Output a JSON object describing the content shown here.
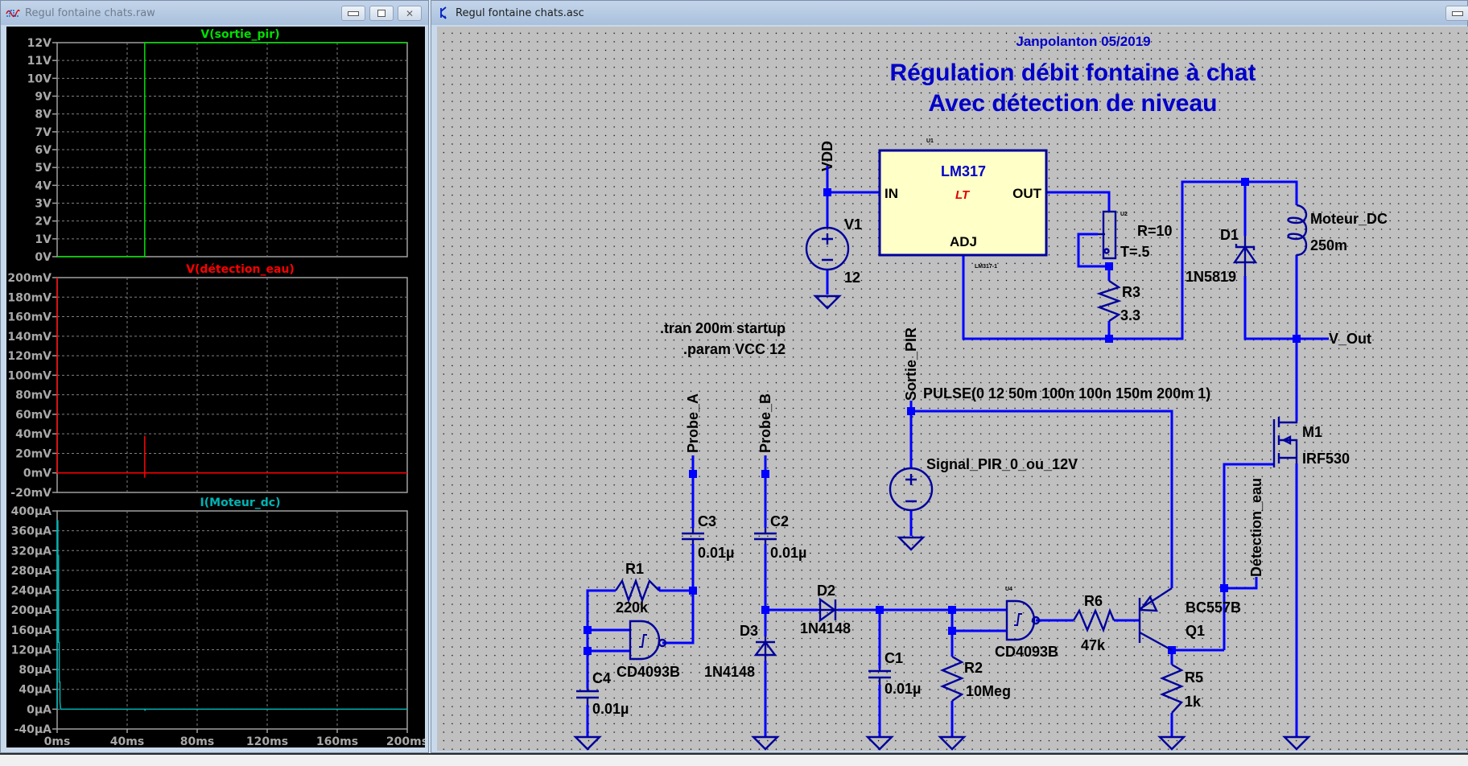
{
  "waveform_window": {
    "title": "Regul fontaine chats.raw",
    "controls": {
      "minimize": "–",
      "maximize": "□",
      "close": "✕"
    },
    "x_axis": {
      "ticks": [
        "0ms",
        "40ms",
        "80ms",
        "120ms",
        "160ms",
        "200ms"
      ]
    }
  },
  "chart_data": [
    {
      "type": "line",
      "title": "V(sortie_pir)",
      "color": "#00e000",
      "xlabel": "time",
      "ylabel": "",
      "xlim": [
        0,
        200
      ],
      "x_unit": "ms",
      "ylim": [
        0,
        12
      ],
      "y_ticks": [
        "12V",
        "11V",
        "10V",
        "9V",
        "8V",
        "7V",
        "6V",
        "5V",
        "4V",
        "3V",
        "2V",
        "1V",
        "0V"
      ],
      "y_tick_values": [
        12,
        11,
        10,
        9,
        8,
        7,
        6,
        5,
        4,
        3,
        2,
        1,
        0
      ],
      "grid": true,
      "x": [
        0,
        50,
        50,
        200
      ],
      "y": [
        0,
        0,
        12,
        12
      ]
    },
    {
      "type": "line",
      "title": "V(détection_eau)",
      "color": "#ff0000",
      "xlim": [
        0,
        200
      ],
      "x_unit": "ms",
      "ylim": [
        -20,
        200
      ],
      "y_unit": "mV",
      "y_ticks": [
        "200mV",
        "180mV",
        "160mV",
        "140mV",
        "120mV",
        "100mV",
        "80mV",
        "60mV",
        "40mV",
        "20mV",
        "0mV",
        "-20mV"
      ],
      "y_tick_values": [
        200,
        180,
        160,
        140,
        120,
        100,
        80,
        60,
        40,
        20,
        0,
        -20
      ],
      "grid": true,
      "x": [
        0,
        0,
        0.5,
        50,
        50,
        50,
        50,
        200
      ],
      "y": [
        200,
        0,
        0,
        0,
        38,
        -5,
        0,
        0
      ]
    },
    {
      "type": "line",
      "title": "I(Moteur_dc)",
      "color": "#00b4b4",
      "xlim": [
        0,
        200
      ],
      "x_unit": "ms",
      "ylim": [
        -40,
        400
      ],
      "y_unit": "µA",
      "y_ticks": [
        "400µA",
        "360µA",
        "320µA",
        "280µA",
        "240µA",
        "200µA",
        "160µA",
        "120µA",
        "80µA",
        "40µA",
        "0µA",
        "-40µA"
      ],
      "y_tick_values": [
        400,
        360,
        320,
        280,
        240,
        200,
        160,
        120,
        80,
        40,
        0,
        -40
      ],
      "grid": true,
      "x": [
        0,
        0,
        0.4,
        0.4,
        0.8,
        0.8,
        1.2,
        1.2,
        1.6,
        1.6,
        2.0,
        50,
        50.2,
        50.4,
        200
      ],
      "y": [
        0,
        380,
        380,
        310,
        310,
        135,
        135,
        55,
        55,
        15,
        0,
        0,
        -3,
        0,
        0
      ]
    }
  ],
  "schematic_window": {
    "title": "Regul fontaine chats.asc",
    "controls": {
      "minimize": "–"
    },
    "author": "Janpolanton 05/2019",
    "title_line1": "Régulation débit fontaine à chat",
    "title_line2": "Avec détection de niveau",
    "directives": {
      "tran": ".tran 200m startup",
      "param": ".param VCC 12"
    },
    "components": {
      "U1": {
        "ref": "U1",
        "name": "LM317",
        "pin_in": "IN",
        "pin_out": "OUT",
        "pin_adj": "ADJ",
        "model": "LM317-1",
        "logo": "LT"
      },
      "V1": {
        "ref": "V1",
        "value": "12"
      },
      "U2": {
        "ref": "U2",
        "r": "R=10",
        "t": "T=.5"
      },
      "R3": {
        "ref": "R3",
        "value": "3.3"
      },
      "D1": {
        "ref": "D1",
        "value": "1N5819"
      },
      "L1": {
        "ref": "Moteur_DC",
        "value": "250m"
      },
      "M1": {
        "ref": "M1",
        "value": "IRF530"
      },
      "V2": {
        "ref": "Signal_PIR_0_ou_12V",
        "value": "PULSE(0 12 50m 100n 100n 150m 200m 1)"
      },
      "C3": {
        "ref": "C3",
        "value": "0.01µ"
      },
      "C2": {
        "ref": "C2",
        "value": "0.01µ"
      },
      "C4": {
        "ref": "C4",
        "value": "0.01µ"
      },
      "C1": {
        "ref": "C1",
        "value": "0.01µ"
      },
      "R1": {
        "ref": "R1",
        "value": "220k"
      },
      "R2": {
        "ref": "R2",
        "value": "10Meg"
      },
      "R5": {
        "ref": "R5",
        "value": "1k"
      },
      "R6": {
        "ref": "R6",
        "value": "47k"
      },
      "D2": {
        "ref": "D2",
        "value": "1N4148"
      },
      "D3": {
        "ref": "D3",
        "value": "1N4148"
      },
      "U3": {
        "value": "CD4093B"
      },
      "U4": {
        "ref": "U4",
        "value": "CD4093B"
      },
      "Q1": {
        "ref": "Q1",
        "value": "BC557B"
      }
    },
    "nets": {
      "vdd": "VDD",
      "v_out": "V_Out",
      "sortie_pir": "Sortie_PIR",
      "probe_a": "Probe_A",
      "probe_b": "Probe_B",
      "detection_eau": "Détection_eau"
    }
  }
}
